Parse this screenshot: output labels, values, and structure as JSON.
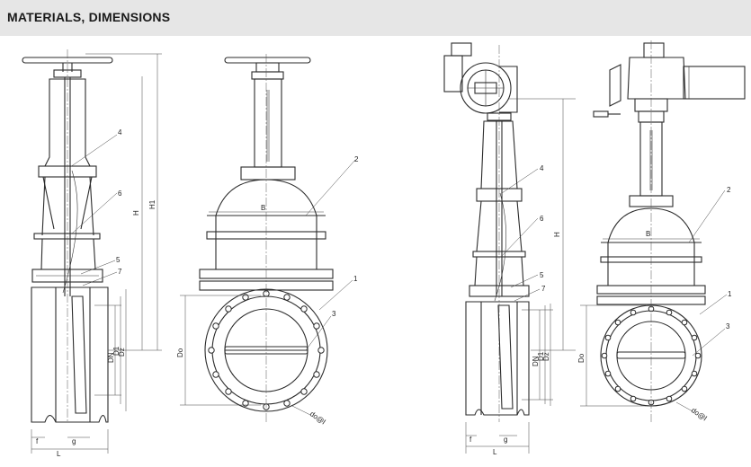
{
  "header": {
    "title": "MATERIALS, DIMENSIONS"
  },
  "diagram": {
    "dimension_labels": {
      "H": "H",
      "H1": "H1",
      "B": "B",
      "DN": "DN",
      "D1": "D1",
      "Dz": "Dz",
      "Do": "Do",
      "f": "f",
      "g": "g",
      "L": "L",
      "dog": "do@l"
    },
    "part_numbers": {
      "p1": "1",
      "p2": "2",
      "p3": "3",
      "p4": "4",
      "p5": "5",
      "p6": "6",
      "p7": "7"
    }
  }
}
